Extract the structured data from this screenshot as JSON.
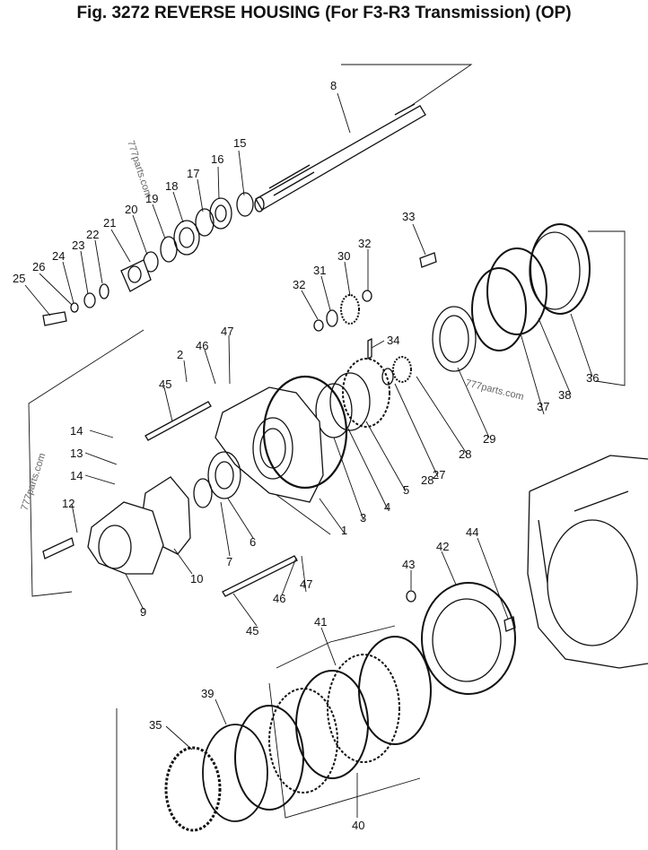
{
  "figure": {
    "title": "Fig. 3272 REVERSE HOUSING (For F3-R3 Transmission) (OP)"
  },
  "watermark": "777parts.com",
  "callouts": [
    "1",
    "2",
    "3",
    "4",
    "5",
    "6",
    "7",
    "8",
    "9",
    "10",
    "12",
    "13",
    "14",
    "15",
    "16",
    "17",
    "18",
    "19",
    "20",
    "21",
    "22",
    "23",
    "24",
    "25",
    "26",
    "27",
    "28",
    "29",
    "30",
    "31",
    "32",
    "33",
    "34",
    "35",
    "36",
    "37",
    "38",
    "39",
    "40",
    "41",
    "42",
    "43",
    "44",
    "45",
    "46",
    "47"
  ]
}
